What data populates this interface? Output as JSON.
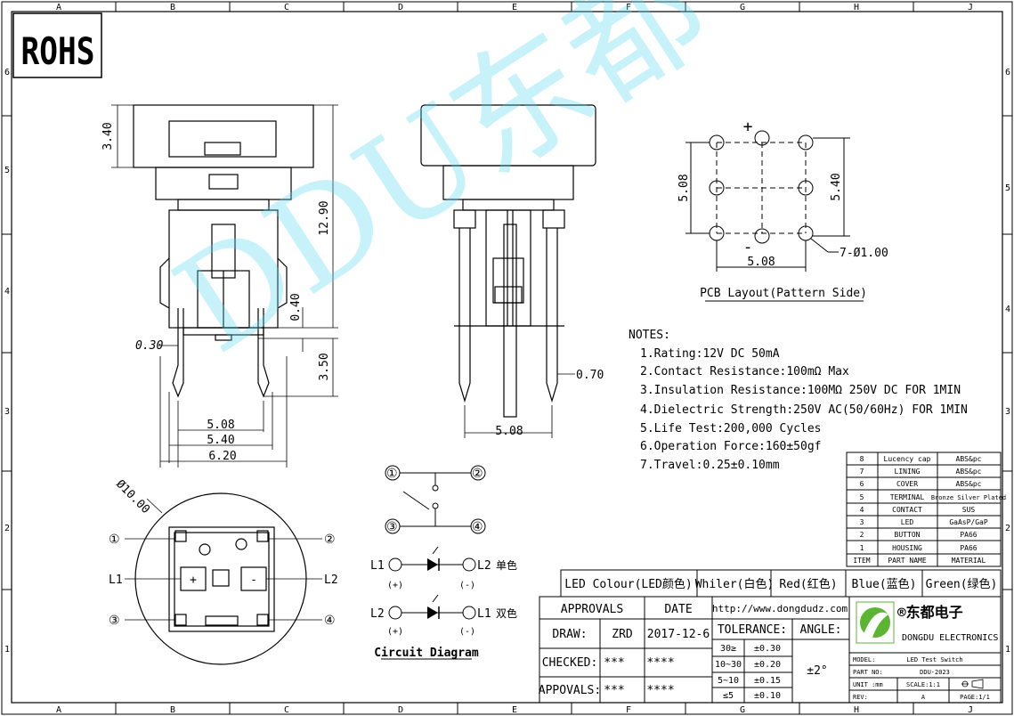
{
  "border": {
    "columns": [
      "A",
      "B",
      "C",
      "D",
      "E",
      "F",
      "G",
      "H",
      "J"
    ],
    "rows": [
      "6",
      "5",
      "4",
      "3",
      "2",
      "1"
    ]
  },
  "rohs_label": "ROHS",
  "watermark": "DDU东都",
  "dimensions": {
    "cap_height": "3.40",
    "total_height": "12.90",
    "gap": "0.40",
    "pin_length": "3.50",
    "pin_thickness": "0.30",
    "width_a": "5.08",
    "width_b": "5.40",
    "width_c": "6.20",
    "side_pin_width": "0.70",
    "side_pitch": "5.08",
    "diameter": "Ø10.00"
  },
  "pcb": {
    "plus": "+",
    "minus": "-",
    "dim_v_left": "5.08",
    "dim_v_right": "5.40",
    "dim_h": "5.08",
    "hole_note": "7-Ø1.00",
    "caption": "PCB Layout(Pattern Side)"
  },
  "notes": {
    "heading": "NOTES:",
    "items": [
      "1.Rating:12V DC 50mA",
      "2.Contact Resistance:100mΩ Max",
      "3.Insulation Resistance:100MΩ 250V DC FOR 1MIN",
      "4.Dielectric Strength:250V AC(50/60Hz) FOR 1MIN",
      "5.Life Test:200,000 Cycles",
      "6.Operation Force:160±50gf",
      "7.Travel:0.25±0.10mm"
    ]
  },
  "bom": [
    {
      "item": "8",
      "part": "Lucency cap",
      "material": "ABS&pc"
    },
    {
      "item": "7",
      "part": "LINING",
      "material": "ABS&pc"
    },
    {
      "item": "6",
      "part": "COVER",
      "material": "ABS&pc"
    },
    {
      "item": "5",
      "part": "TERMINAL",
      "material": "Bronze Silver Plated"
    },
    {
      "item": "4",
      "part": "CONTACT",
      "material": "SUS"
    },
    {
      "item": "3",
      "part": "LED",
      "material": "GaAsP/GaP"
    },
    {
      "item": "2",
      "part": "BUTTON",
      "material": "PA66"
    },
    {
      "item": "1",
      "part": "HOUSING",
      "material": "PA66"
    }
  ],
  "bom_header": {
    "item": "ITEM",
    "part": "PART NAME",
    "material": "MATERIAL"
  },
  "led_colours": {
    "label": "LED Colour(LED颜色)",
    "options": [
      "Whiler(白色)",
      "Red(红色)",
      "Blue(蓝色)",
      "Green(绿色)"
    ]
  },
  "title_block": {
    "approvals": "APPROVALS",
    "date": "DATE",
    "url": "http://www.dongdudz.com",
    "draw_label": "DRAW:",
    "draw_name": "ZRD",
    "draw_date": "2017-12-6",
    "tolerance_label": "TOLERANCE:",
    "angle_label": "ANGLE:",
    "checked_label": "CHECKED:",
    "checked_name": "***",
    "checked_date": "****",
    "approvals_label": "APPOVALS:",
    "approvals_name": "***",
    "approvals_date": "****",
    "tolerances": [
      {
        "range": "30≥",
        "value": "±0.30"
      },
      {
        "range": "10~30",
        "value": "±0.20"
      },
      {
        "range": "5~10",
        "value": "±0.15"
      },
      {
        "range": "≤5",
        "value": "±0.10"
      }
    ],
    "angle_value": "±2°",
    "company_cn": "®东都电子",
    "company_en": "DONGDU ELECTRONICS",
    "model_label": "MODEL:",
    "model_value": "LED Test Switch",
    "part_label": "PART NO:",
    "part_value": "DDU-2023",
    "unit_label": "UNIT :mm",
    "scale_label": "SCALE:1:1",
    "rev_label": "REV:",
    "rev_value": "A",
    "page_label": "PAGE:1/1"
  },
  "circuit": {
    "pins": [
      "①",
      "②",
      "③",
      "④"
    ],
    "l1": "L1",
    "l2": "L2",
    "plus": "(+)",
    "minus": "(-)",
    "single": "单色",
    "dual": "双色",
    "caption": "Circuit Diagram"
  },
  "bottom_view": {
    "l1": "L1",
    "l2": "L2",
    "plus": "+",
    "minus": "-",
    "pins": [
      "①",
      "②",
      "③",
      "④"
    ]
  }
}
